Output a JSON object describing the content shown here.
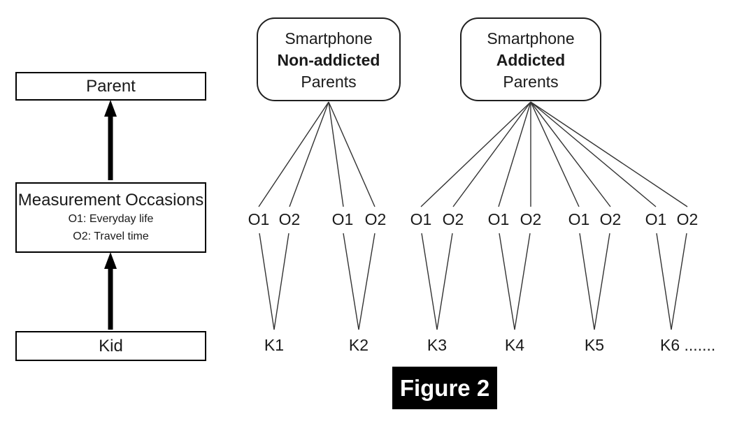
{
  "colors": {
    "line": "#333333",
    "text": "#1a1a1a",
    "box_border": "#000000",
    "caption_bg": "#000000",
    "caption_text": "#ffffff",
    "background": "#ffffff"
  },
  "left_flow": {
    "parent_label": "Parent",
    "measurement_title": "Measurement Occasions",
    "measurement_item1": "O1: Everyday life",
    "measurement_item2": "O2: Travel time",
    "kid_label": "Kid"
  },
  "parent_groups": [
    {
      "line1": "Smartphone",
      "line2": "Non-addicted",
      "line3": "Parents"
    },
    {
      "line1": "Smartphone",
      "line2": "Addicted",
      "line3": "Parents"
    }
  ],
  "occasion_labels": [
    "O1",
    "O2",
    "O1",
    "O2",
    "O1",
    "O2",
    "O1",
    "O2",
    "O1",
    "O2",
    "O1",
    "O2"
  ],
  "kid_labels": [
    "K1",
    "K2",
    "K3",
    "K4",
    "K5",
    "K6 ......."
  ],
  "caption": "Figure 2"
}
